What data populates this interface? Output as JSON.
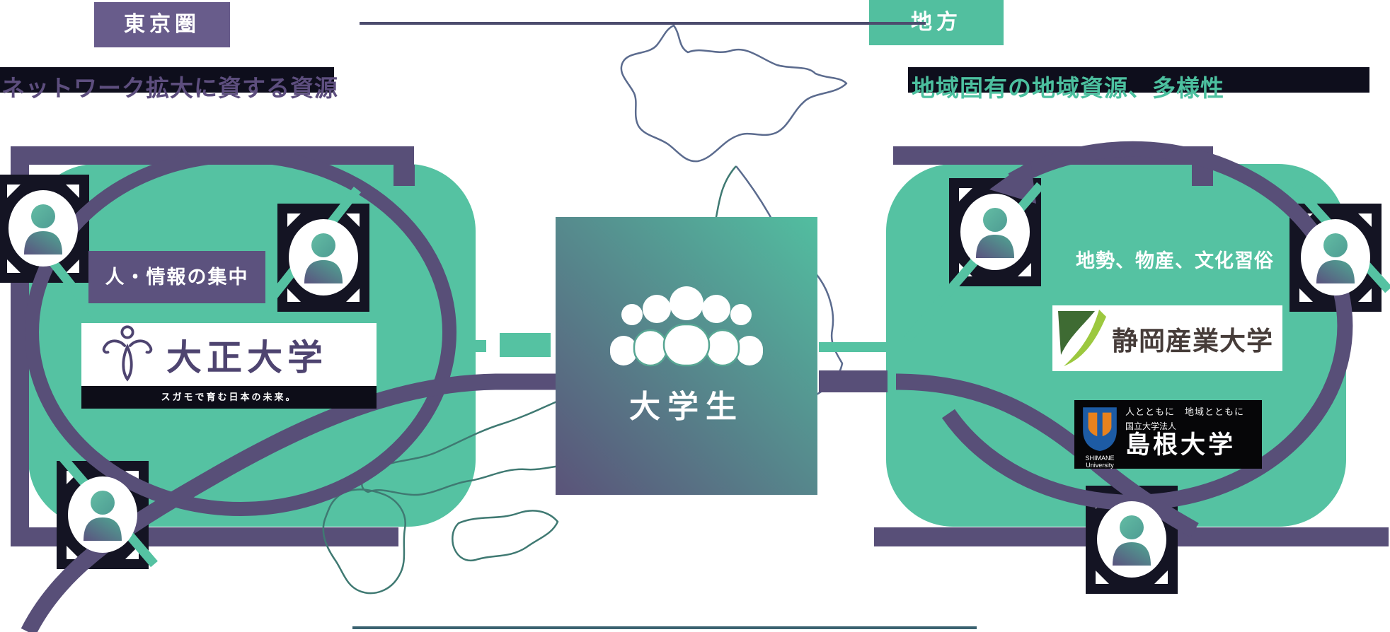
{
  "header": {
    "tokyo_label": "東京圏",
    "region_label": "地方"
  },
  "headings": {
    "left": "ネットワーク拡大に資する資源",
    "right": "地域固有の地域資源、多様性"
  },
  "left_panel": {
    "tag": "人・情報の集中",
    "university": {
      "name": "大正大学",
      "tagline": "スガモで育む日本の未来。"
    }
  },
  "center": {
    "label": "大学生"
  },
  "right_panel": {
    "tag": "地勢、物産、文化習俗",
    "universities": {
      "shizuoka": {
        "name": "静岡産業大学"
      },
      "shimane": {
        "line1": "人とともに　地域とともに",
        "line2": "国立大学法人",
        "name": "島根大学",
        "en_line1": "SHIMANE",
        "en_line2": "University"
      }
    }
  },
  "colors": {
    "panel_green": "#55C2A2",
    "frame_purple": "#584F78",
    "dark_navy": "#141423",
    "tokyo_box": "#685C8B",
    "region_box": "#52BF9F",
    "heading_left_text": "#5D4E7E",
    "heading_right_text": "#4CC09F",
    "center_gradient_start": "#5A5379",
    "center_gradient_end": "#52BEA0",
    "map_north": "#5B6B8E",
    "map_southwest": "#3F7972"
  }
}
